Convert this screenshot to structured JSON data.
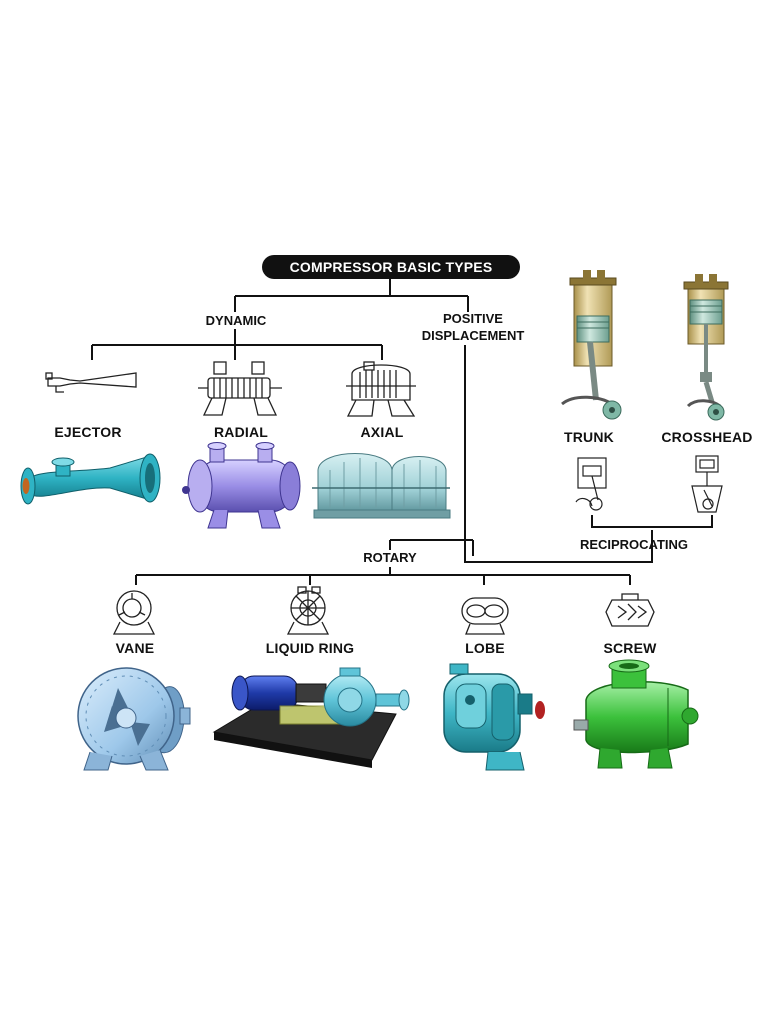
{
  "title": "COMPRESSOR BASIC TYPES",
  "branches": {
    "dynamic": "DYNAMIC",
    "positive_line1": "POSITIVE",
    "positive_line2": "DISPLACEMENT",
    "rotary": "ROTARY",
    "reciprocating": "RECIPROCATING"
  },
  "types": {
    "ejector": "EJECTOR",
    "radial": "RADIAL",
    "axial": "AXIAL",
    "trunk": "TRUNK",
    "crosshead": "CROSSHEAD",
    "vane": "VANE",
    "liquid_ring": "LIQUID RING",
    "lobe": "LOBE",
    "screw": "SCREW"
  },
  "colors": {
    "ejector": "#2fb3c4",
    "radial": "#9a8ee6",
    "axial": "#9fd0d6",
    "vane": "#9ec8ea",
    "liquid_ring_motor": "#1f3aa8",
    "liquid_ring_pump": "#5fc4d8",
    "lobe": "#3fb6c6",
    "screw": "#3cc13c",
    "cylinder": "#d9c690",
    "piston": "#9fc4b8"
  }
}
